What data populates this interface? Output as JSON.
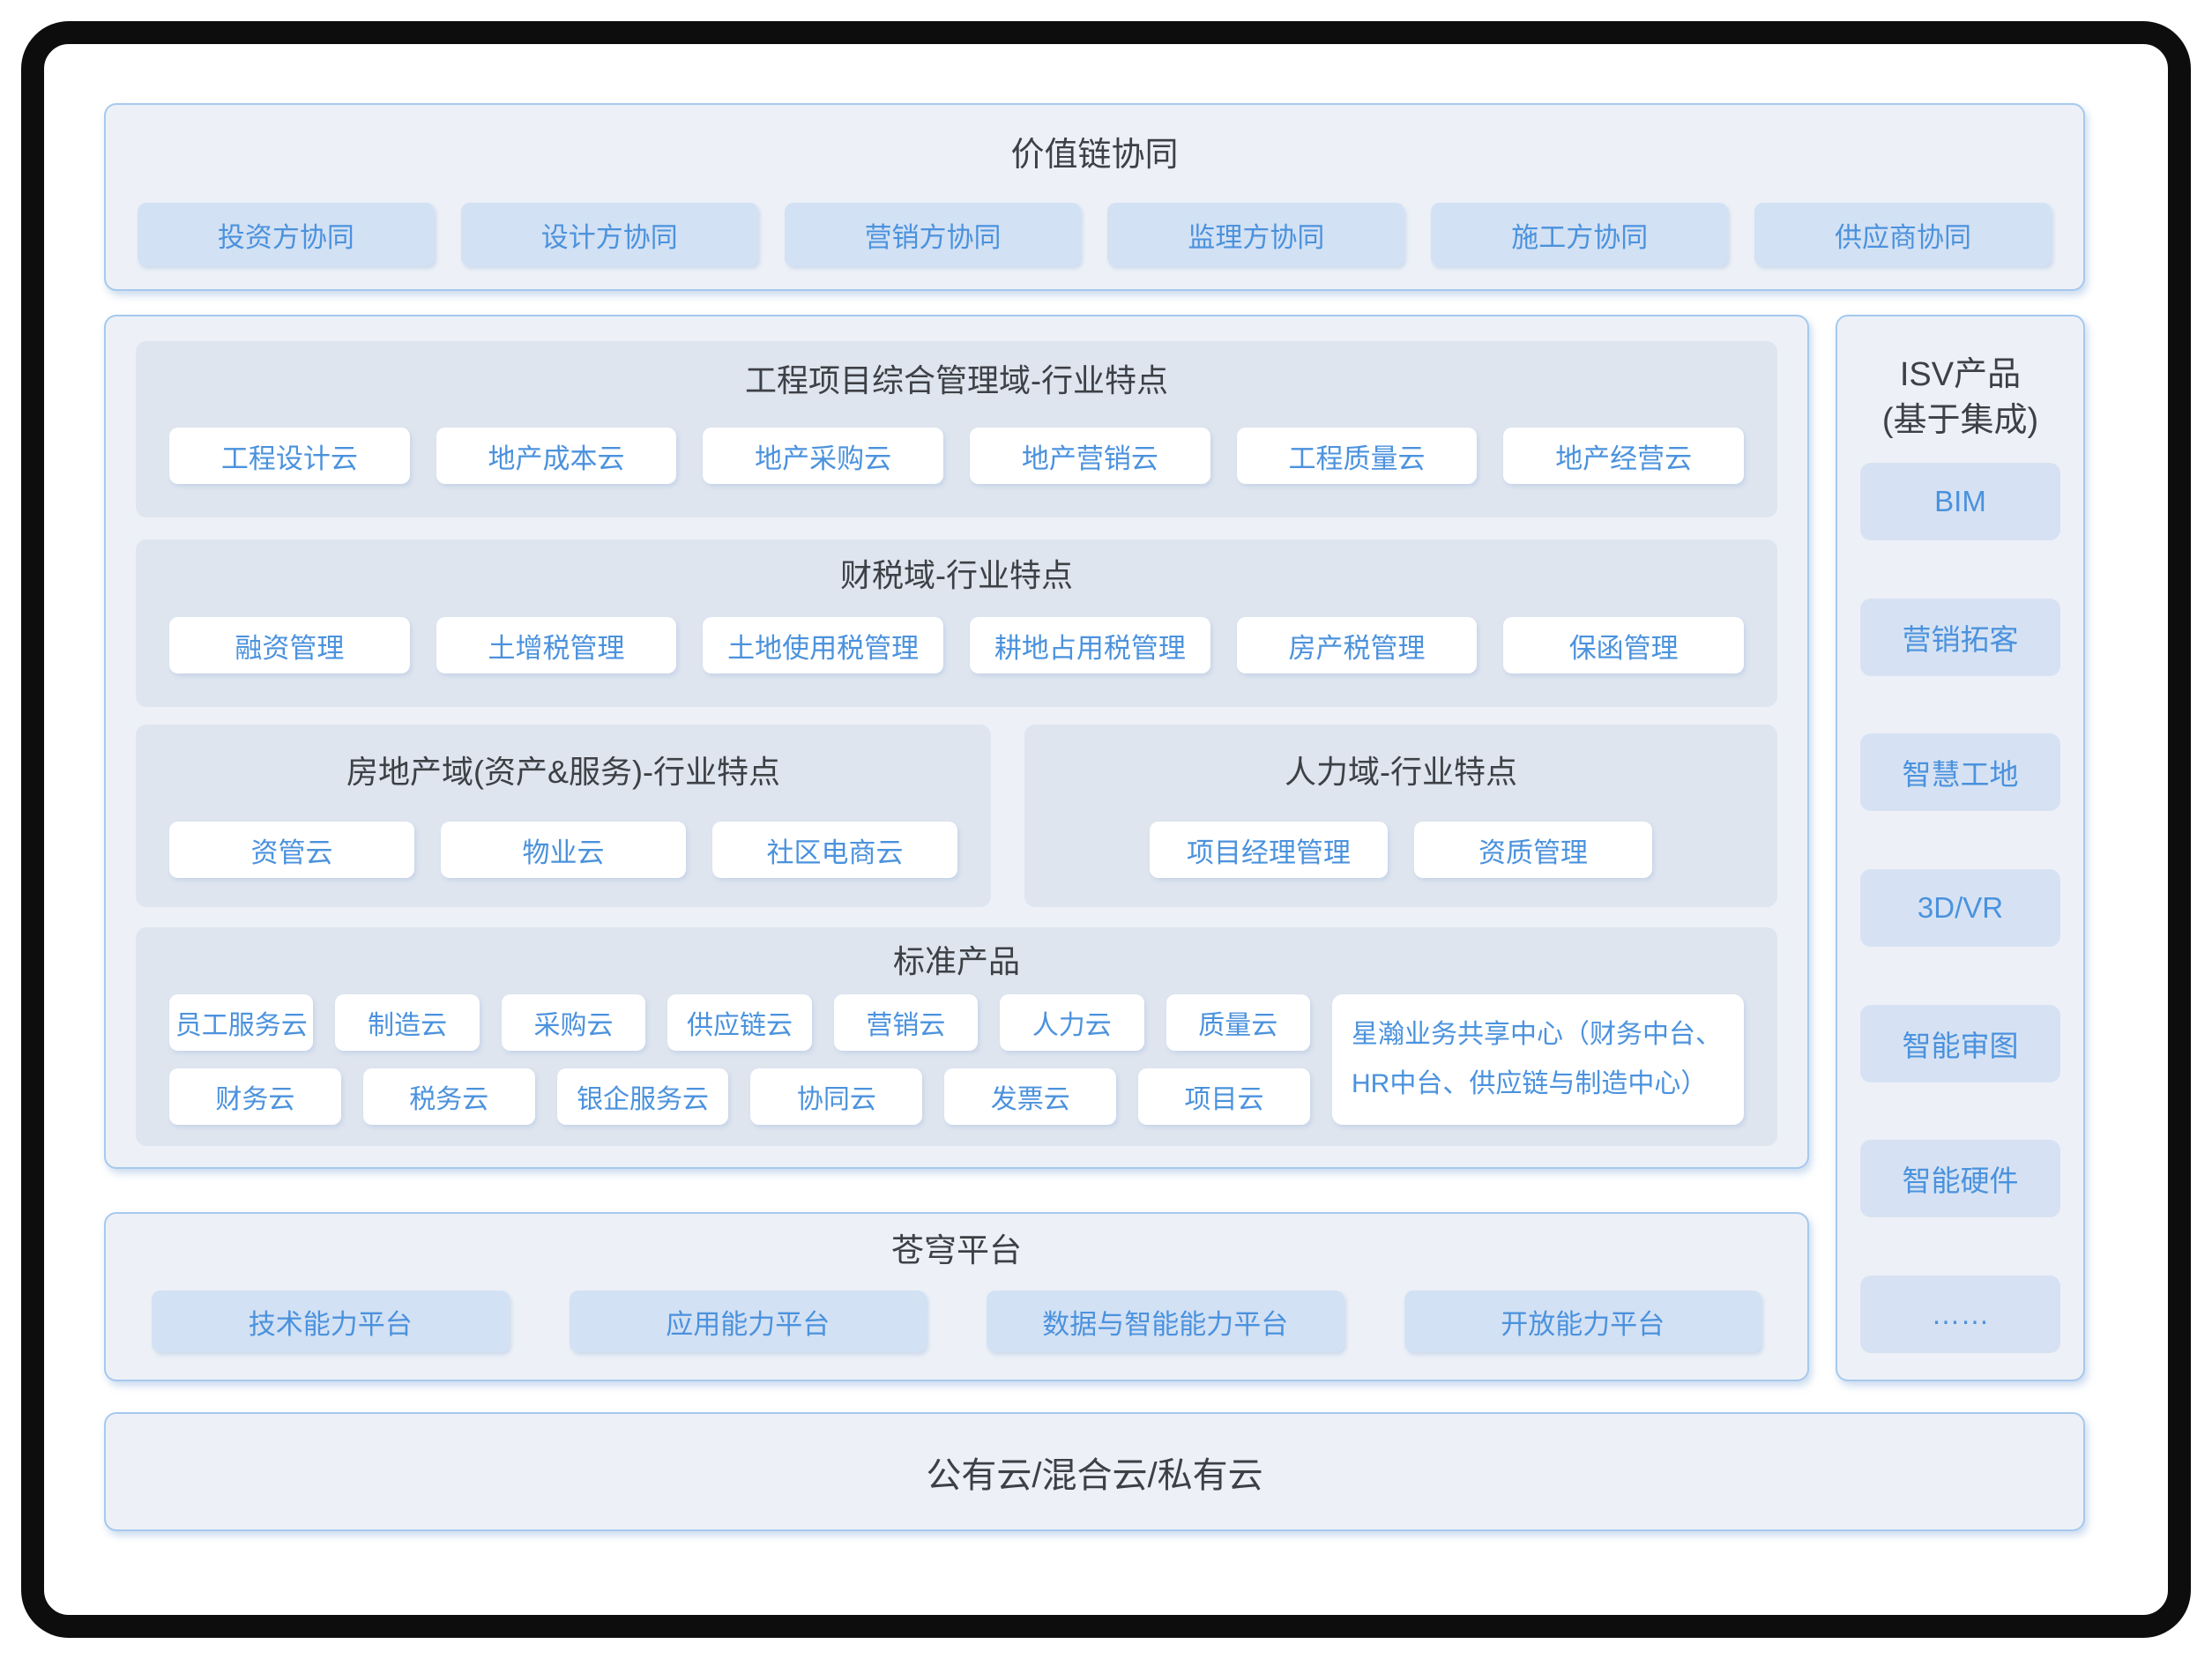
{
  "colors": {
    "frame": "#0d0d0d",
    "panel_bg": "#edf1f7",
    "panel_border": "#a6c9ee",
    "subsection_bg": "#dee5ef",
    "chip_blue_bg": "#d3e1f4",
    "chip_white_bg": "#ffffff",
    "accent_blue_text": "#4b92dd",
    "dark_text": "#3d4045"
  },
  "value_chain": {
    "title": "价值链协同",
    "items": [
      "投资方协同",
      "设计方协同",
      "营销方协同",
      "监理方协同",
      "施工方协同",
      "供应商协同"
    ]
  },
  "domains": {
    "project": {
      "title": "工程项目综合管理域-行业特点",
      "items": [
        "工程设计云",
        "地产成本云",
        "地产采购云",
        "地产营销云",
        "工程质量云",
        "地产经营云"
      ]
    },
    "finance_tax": {
      "title": "财税域-行业特点",
      "items": [
        "融资管理",
        "土增税管理",
        "土地使用税管理",
        "耕地占用税管理",
        "房产税管理",
        "保函管理"
      ]
    },
    "real_estate": {
      "title": "房地产域(资产&服务)-行业特点",
      "items": [
        "资管云",
        "物业云",
        "社区电商云"
      ]
    },
    "hr": {
      "title": "人力域-行业特点",
      "items": [
        "项目经理管理",
        "资质管理"
      ]
    },
    "standard": {
      "title": "标准产品",
      "row1": [
        "员工服务云",
        "制造云",
        "采购云",
        "供应链云",
        "营销云",
        "人力云",
        "质量云"
      ],
      "row2": [
        "财务云",
        "税务云",
        "银企服务云",
        "协同云",
        "发票云",
        "项目云"
      ],
      "shared_center": "星瀚业务共享中心（财务中台、HR中台、供应链与制造中心）"
    }
  },
  "isv": {
    "title_line1": "ISV产品",
    "title_line2": "(基于集成)",
    "items": [
      "BIM",
      "营销拓客",
      "智慧工地",
      "3D/VR",
      "智能审图",
      "智能硬件",
      "……"
    ]
  },
  "platform": {
    "title": "苍穹平台",
    "items": [
      "技术能力平台",
      "应用能力平台",
      "数据与智能能力平台",
      "开放能力平台"
    ]
  },
  "cloud": {
    "title": "公有云/混合云/私有云"
  }
}
